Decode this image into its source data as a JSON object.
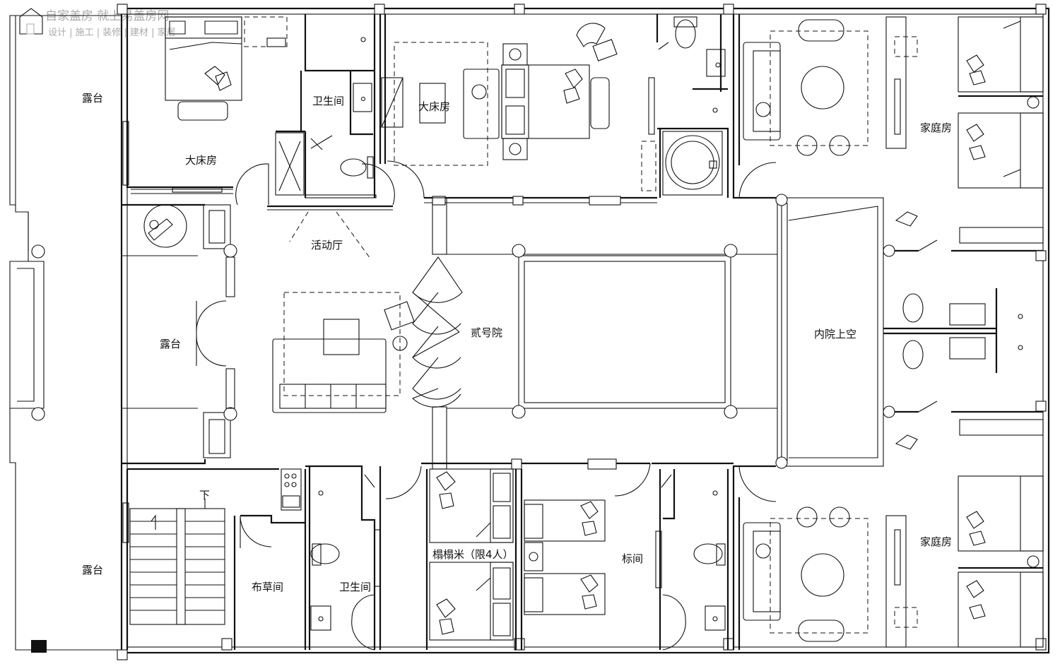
{
  "watermark": {
    "title": "自家盖房 就上易盖房网",
    "subtitle": "设计 | 施工 | 装修 | 建材 | 家居"
  },
  "rooms": {
    "terrace_top_left": "露台",
    "master_bedroom_1": "大床房",
    "bathroom_top": "卫生间",
    "master_bedroom_2": "大床房",
    "family_room_top": "家庭房",
    "activity_hall": "活动厅",
    "terrace_middle": "露台",
    "courtyard_two": "贰号院",
    "inner_courtyard_void": "内院上空",
    "stair_down": "下",
    "linen_room": "布草间",
    "bathroom_bottom": "卫生间",
    "tatami_room": "榻榻米（限4人）",
    "twin_room": "标间",
    "family_room_bottom": "家庭房",
    "terrace_bottom_left": "露台"
  }
}
